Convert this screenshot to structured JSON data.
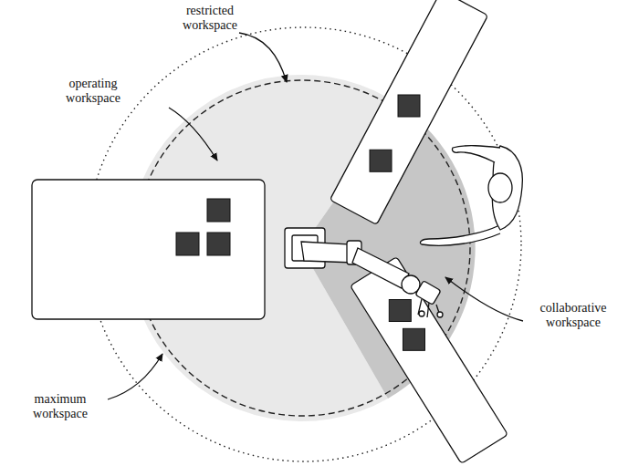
{
  "diagram": {
    "labels": [
      "restricted workspace",
      "operating workspace",
      "maximum workspace",
      "collaborative workspace"
    ]
  }
}
